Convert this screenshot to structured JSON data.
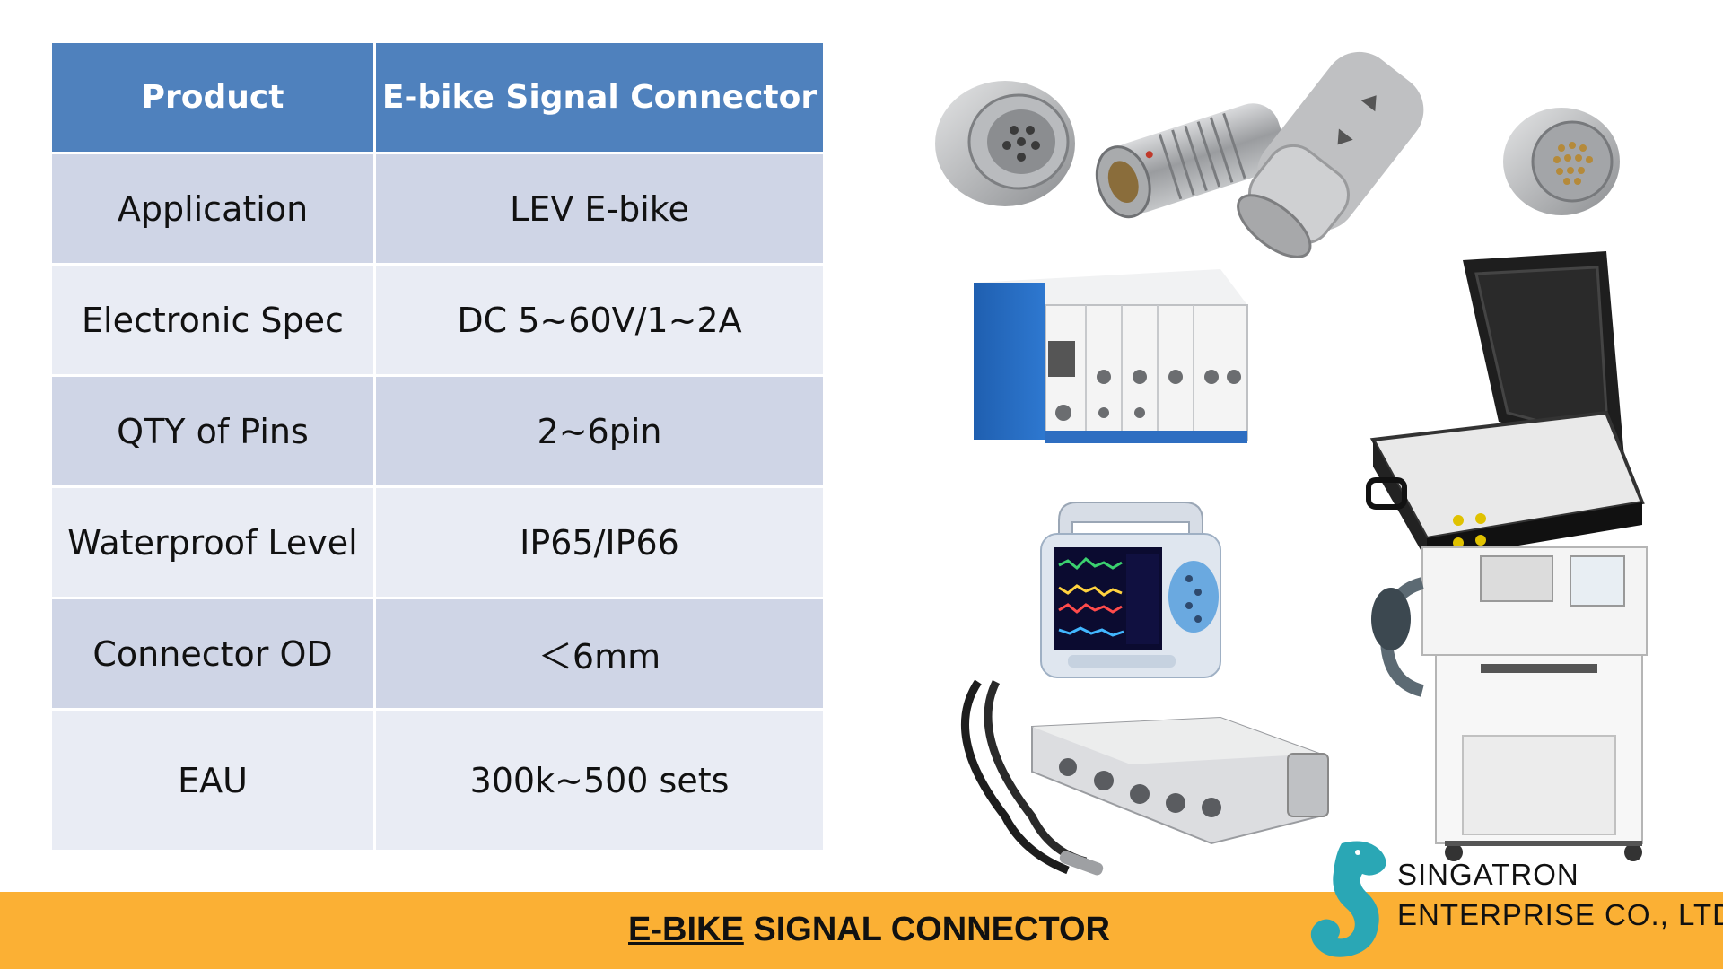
{
  "table": {
    "header": {
      "product": "Product",
      "value": "E-bike Signal Connector"
    },
    "rows": [
      {
        "label": "Application",
        "value": "LEV E-bike"
      },
      {
        "label": "Electronic Spec",
        "value": "DC 5~60V/1~2A"
      },
      {
        "label": "QTY of Pins",
        "value": "2~6pin"
      },
      {
        "label": "Waterproof Level",
        "value": "IP65/IP66"
      },
      {
        "label": "Connector OD",
        "value": "＜6mm"
      },
      {
        "label": "EAU",
        "value": "300k~500 sets"
      }
    ]
  },
  "footer": {
    "title_underlined": "E-BIKE",
    "title_rest": " SIGNAL CONNECTOR",
    "company_line1": "SINGATRON",
    "company_line2": "ENTERPRISE CO., LTD"
  },
  "colors": {
    "header_bg": "#4f81bd",
    "row_dark": "#cfd5e6",
    "row_light": "#e9ecf4",
    "footer_bg": "#fbb034",
    "logo": "#2aa7b5"
  }
}
